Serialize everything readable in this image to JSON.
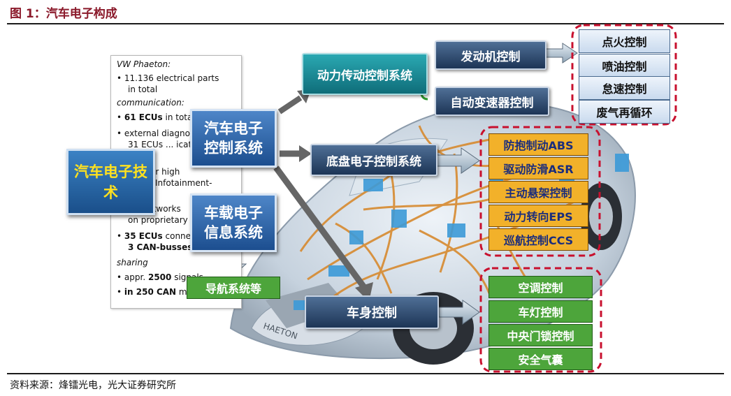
{
  "header": {
    "title": "图 1：汽车电子构成"
  },
  "footer": {
    "source": "资料来源：烽镭光电，光大证券研究所"
  },
  "note": {
    "heading": "VW Phaeton:",
    "parts": "11.136 electrical parts",
    "parts2": "in total",
    "comm_heading": "communication:",
    "ecus_bold": "61  ECUs",
    "ecus_rest": " in total",
    "diag": "external diagnostics",
    "diag2": "31 ECUs ... ication",
    "bus": "... us for high",
    "bus2": "... dth Infotainment-",
    "sub": "sub-networks",
    "sub2": "on proprietary ...",
    "can_bold": "35 ECUs",
    "can_rest": " connected",
    "can2": "3 CAN-busses",
    "sharing_heading": "sharing",
    "sig_pre": "appr. ",
    "sig_bold": "2500",
    "sig_post": " signals",
    "in250_bold": "in 250 CAN",
    "in250_rest": " messages"
  },
  "nodes": {
    "core": "汽车电子技术",
    "control": "汽车电子控制系统",
    "info": "车载电子信息系统",
    "powertrain": "动力传动控制系统",
    "engine": "发动机控制",
    "transmission": "自动变速器控制",
    "chassis": "底盘电子控制系统",
    "body": "车身控制",
    "nav": "导航系统等"
  },
  "lists": {
    "powertrain_items": [
      "点火控制",
      "喷油控制",
      "怠速控制",
      "废气再循环"
    ],
    "chassis_items": [
      "防抱制动ABS",
      "驱动防滑ASR",
      "主动悬架控制",
      "动力转向EPS",
      "巡航控制CCS"
    ],
    "body_items": [
      "空调控制",
      "车灯控制",
      "中央门锁控制",
      "安全气囊"
    ]
  },
  "colors": {
    "title_red": "#8b1a2b",
    "dashed_red": "#c8102e",
    "orange_box": "#f2b12a",
    "green_box": "#4da53b",
    "teal_box": "#1f8b96",
    "dark_box": "#1d3556"
  }
}
